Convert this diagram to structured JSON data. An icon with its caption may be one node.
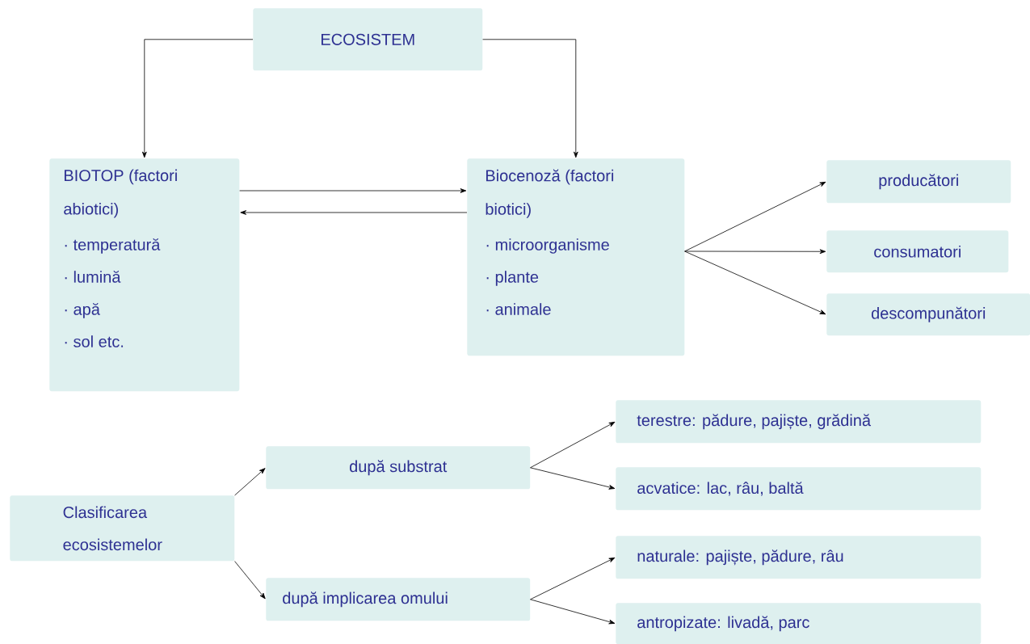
{
  "diagram": {
    "nodes": [
      {
        "text": [
          "ECOSISTEM"
        ]
      },
      {
        "text": [
          "BIOTOP (factori abiotici)",
          "· temperatură",
          "· lumină",
          "· apă",
          "· sol etc."
        ]
      },
      {
        "text": [
          "Biocenoză (factori biotici)",
          "· microorganisme",
          "· plante",
          "· animale"
        ]
      },
      {
        "text": [
          "producători"
        ]
      },
      {
        "text": [
          "consumatori"
        ]
      },
      {
        "text": [
          "descompunători"
        ]
      },
      {
        "text": [
          "Clasificarea ecosistemelor"
        ]
      },
      {
        "text": [
          "după substrat"
        ]
      },
      {
        "text": [
          "după implicarea omului"
        ]
      },
      {
        "text": [
          "terestre: pădure, pajiște, grădină"
        ]
      },
      {
        "text": [
          "acvatice: lac, râu, baltă"
        ]
      },
      {
        "text": [
          "naturale: pajiște, pădure, râu"
        ]
      },
      {
        "text": [
          "antropizate: livadă, parc"
        ]
      }
    ],
    "edges": [
      {
        "from": 0,
        "to": 1,
        "arrow": "to"
      },
      {
        "from": 0,
        "to": 2,
        "arrow": "to"
      },
      {
        "from": 1,
        "to": 2,
        "arrow": "to"
      },
      {
        "from": 2,
        "to": 1,
        "arrow": "to"
      },
      {
        "from": 2,
        "to": 3,
        "arrow": "to"
      },
      {
        "from": 2,
        "to": 4,
        "arrow": "to"
      },
      {
        "from": 2,
        "to": 5,
        "arrow": "to"
      },
      {
        "from": 6,
        "to": 7,
        "arrow": "to"
      },
      {
        "from": 6,
        "to": 8,
        "arrow": "to"
      },
      {
        "from": 7,
        "to": 9,
        "arrow": "to"
      },
      {
        "from": 7,
        "to": 10,
        "arrow": "to"
      },
      {
        "from": 8,
        "to": 11,
        "arrow": "to"
      },
      {
        "from": 8,
        "to": 12,
        "arrow": "to"
      }
    ]
  }
}
